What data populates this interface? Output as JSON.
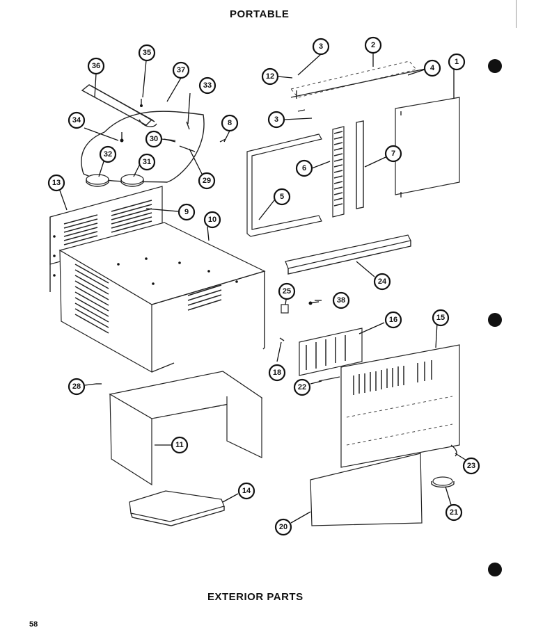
{
  "header": {
    "title": "PORTABLE"
  },
  "footer": {
    "title": "EXTERIOR PARTS",
    "page_number": "58"
  },
  "callouts": [
    {
      "id": "c36",
      "label": "36"
    },
    {
      "id": "c35",
      "label": "35"
    },
    {
      "id": "c37",
      "label": "37"
    },
    {
      "id": "c33",
      "label": "33"
    },
    {
      "id": "c34",
      "label": "34"
    },
    {
      "id": "c30",
      "label": "30"
    },
    {
      "id": "c32",
      "label": "32"
    },
    {
      "id": "c31",
      "label": "31"
    },
    {
      "id": "c29",
      "label": "29"
    },
    {
      "id": "c13",
      "label": "13"
    },
    {
      "id": "c9",
      "label": "9"
    },
    {
      "id": "c10",
      "label": "10"
    },
    {
      "id": "c3a",
      "label": "3"
    },
    {
      "id": "c12",
      "label": "12"
    },
    {
      "id": "c2",
      "label": "2"
    },
    {
      "id": "c4",
      "label": "4"
    },
    {
      "id": "c1",
      "label": "1"
    },
    {
      "id": "c3b",
      "label": "3"
    },
    {
      "id": "c8",
      "label": "8"
    },
    {
      "id": "c6",
      "label": "6"
    },
    {
      "id": "c7",
      "label": "7"
    },
    {
      "id": "c5",
      "label": "5"
    },
    {
      "id": "c24",
      "label": "24"
    },
    {
      "id": "c25",
      "label": "25"
    },
    {
      "id": "c38",
      "label": "38"
    },
    {
      "id": "c16",
      "label": "16"
    },
    {
      "id": "c15",
      "label": "15"
    },
    {
      "id": "c18",
      "label": "18"
    },
    {
      "id": "c22",
      "label": "22"
    },
    {
      "id": "c28",
      "label": "28"
    },
    {
      "id": "c11",
      "label": "11"
    },
    {
      "id": "c23",
      "label": "23"
    },
    {
      "id": "c14",
      "label": "14"
    },
    {
      "id": "c21",
      "label": "21"
    },
    {
      "id": "c20",
      "label": "20"
    }
  ]
}
